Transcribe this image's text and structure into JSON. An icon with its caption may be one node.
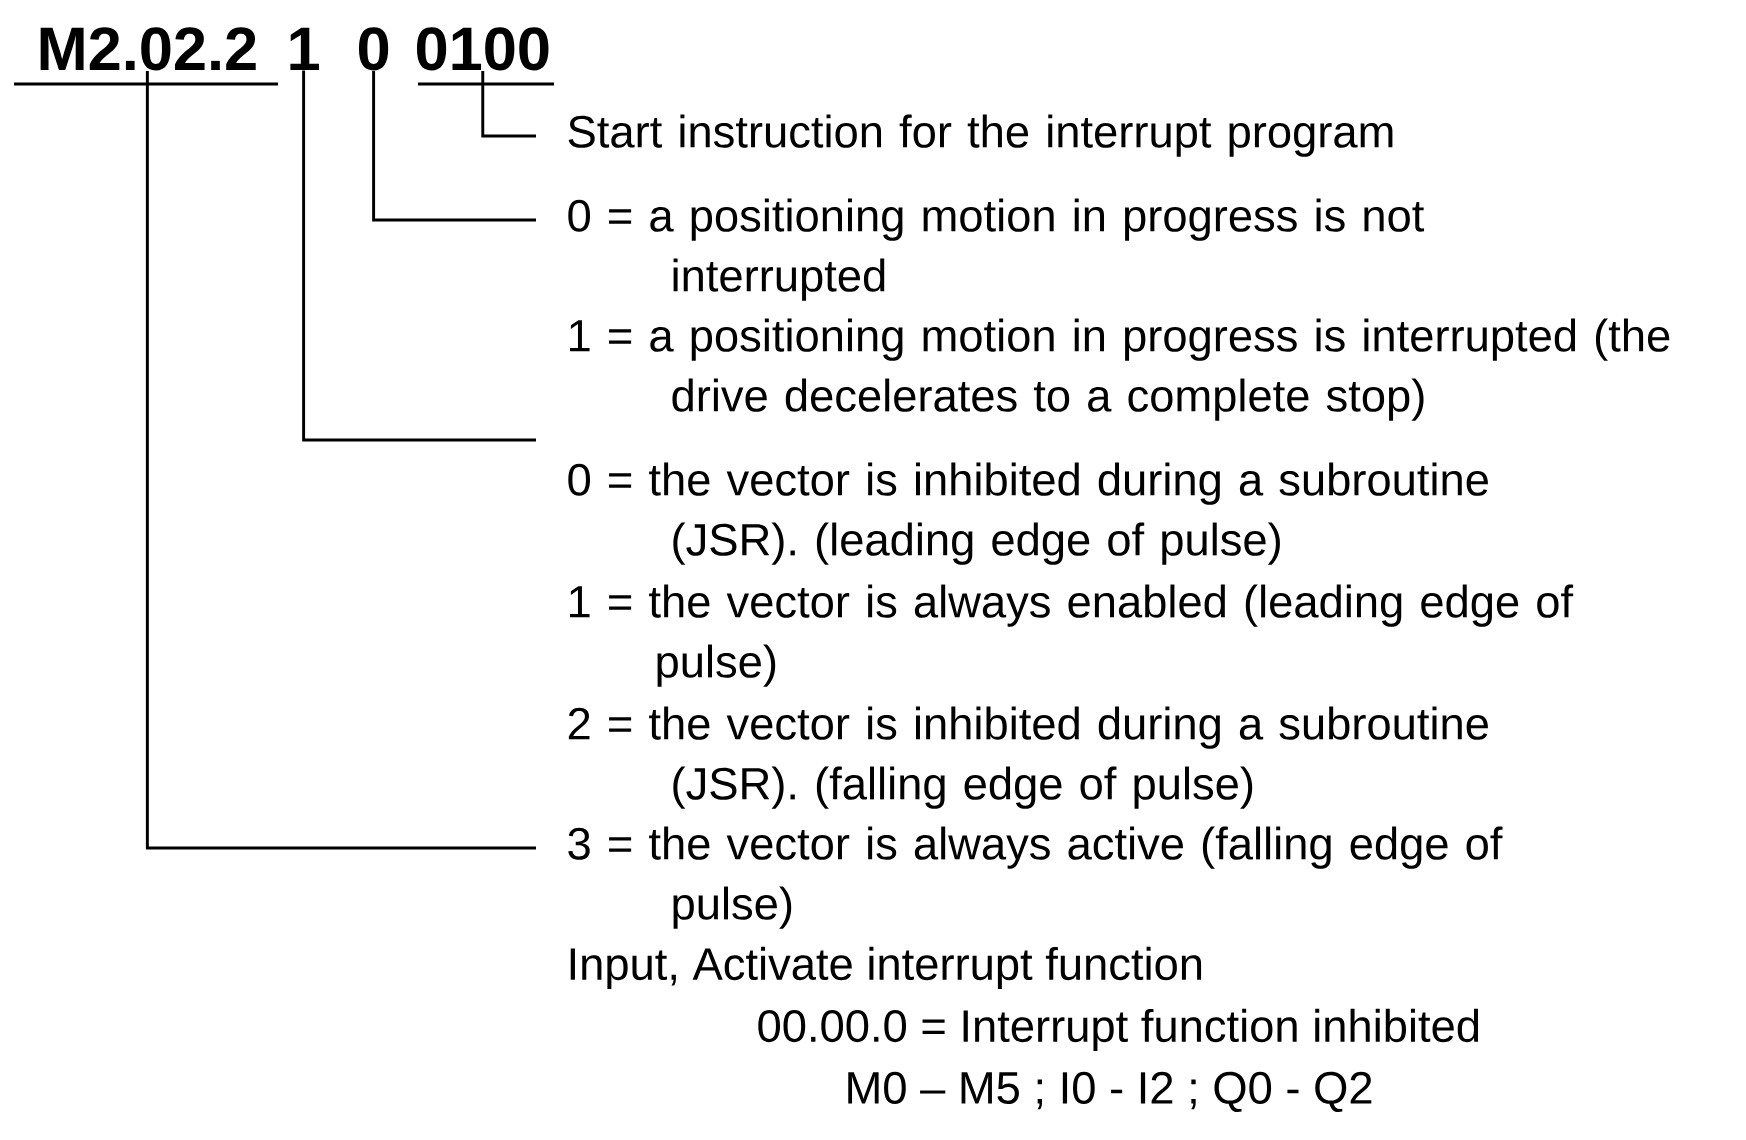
{
  "diagram": {
    "nodes": [
      {
        "text": [
          "M2.02.2"
        ]
      },
      {
        "text": [
          "1"
        ]
      },
      {
        "text": [
          "0"
        ]
      },
      {
        "text": [
          "0100"
        ]
      },
      {
        "text": [
          "Start instruction for the interrupt program"
        ]
      },
      {
        "text": [
          "0 = a positioning motion in progress is not interrupted"
        ]
      },
      {
        "text": [
          "1 = a positioning motion in progress is interrupted (the drive decelerates to a complete stop)"
        ]
      },
      {
        "text": [
          "0 = the vector is inhibited during a subroutine (JSR). (leading edge of pulse)"
        ]
      },
      {
        "text": [
          "1 = the vector is always enabled (leading edge of pulse)"
        ]
      },
      {
        "text": [
          "2 = the vector is inhibited during a subroutine (JSR). (falling edge of pulse)"
        ]
      },
      {
        "text": [
          "3 = the vector is always active (falling edge of pulse)"
        ]
      }
    ],
    "edges": [
      {
        "from": 3,
        "to": 4,
        "arrow": "none"
      },
      {
        "from": 2,
        "to": 5,
        "arrow": "none"
      },
      {
        "from": 1,
        "to": 7,
        "arrow": "none"
      },
      {
        "from": 0,
        "to": 10,
        "arrow": "none"
      }
    ],
    "labels": [
      "Input, Activate interrupt function",
      "00.00.0 = Interrupt function inhibited",
      "M0 – M5 ; I0 - I2 ; Q0 - Q2"
    ]
  }
}
